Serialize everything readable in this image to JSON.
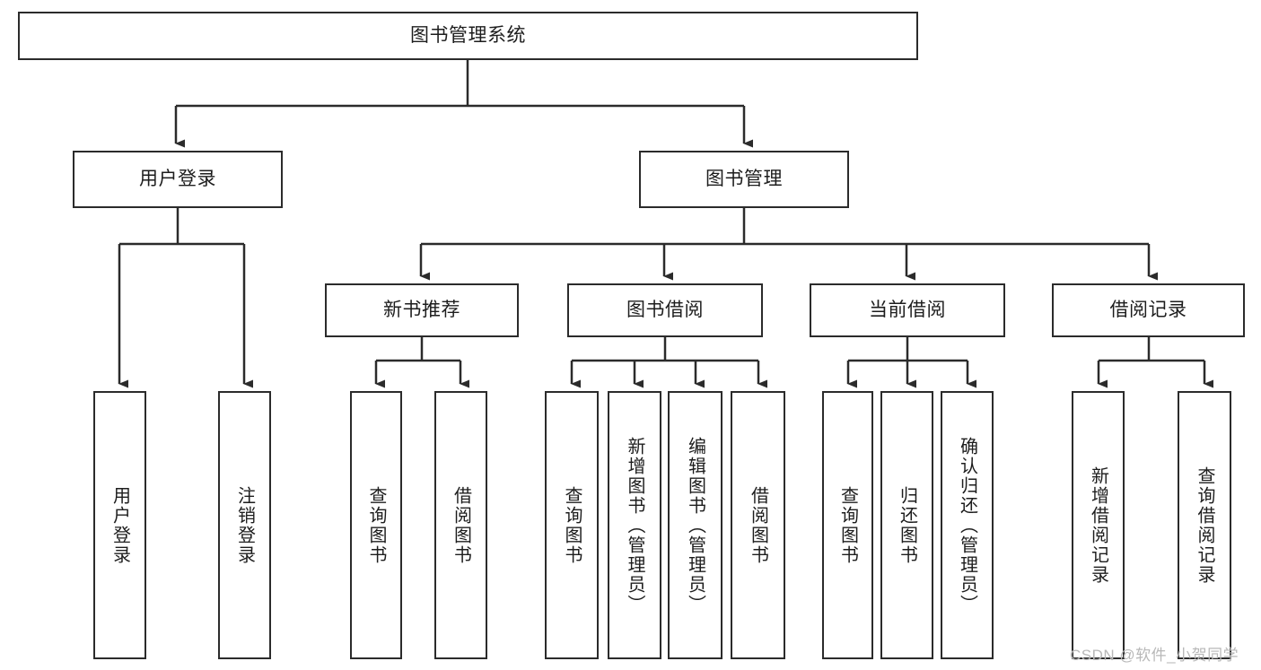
{
  "diagram": {
    "type": "tree",
    "title": "图书管理系统",
    "root": {
      "label": "图书管理系统"
    },
    "level2": [
      {
        "label": "用户登录"
      },
      {
        "label": "图书管理"
      }
    ],
    "level3": [
      {
        "label": "新书推荐"
      },
      {
        "label": "图书借阅"
      },
      {
        "label": "当前借阅"
      },
      {
        "label": "借阅记录"
      }
    ],
    "leaves": {
      "user_login": [
        {
          "label": "用户登录"
        },
        {
          "label": "注销登录"
        }
      ],
      "new_book": [
        {
          "label": "查询图书"
        },
        {
          "label": "借阅图书"
        }
      ],
      "book_borrow": [
        {
          "label": "查询图书"
        },
        {
          "label": "新增图书（管理员）"
        },
        {
          "label": "编辑图书（管理员）"
        },
        {
          "label": "借阅图书"
        }
      ],
      "current_borrow": [
        {
          "label": "查询图书"
        },
        {
          "label": "归还图书"
        },
        {
          "label": "确认归还（管理员）"
        }
      ],
      "borrow_record": [
        {
          "label": "新增借阅记录"
        },
        {
          "label": "查询借阅记录"
        }
      ]
    }
  },
  "watermark": {
    "text": "CSDN @软件_小贺同学"
  },
  "colors": {
    "box_border": "#2b2b2b",
    "connector": "#2b2b2b",
    "background": "#ffffff",
    "text": "#1d1d1d",
    "watermark": "#b8b8b8"
  }
}
